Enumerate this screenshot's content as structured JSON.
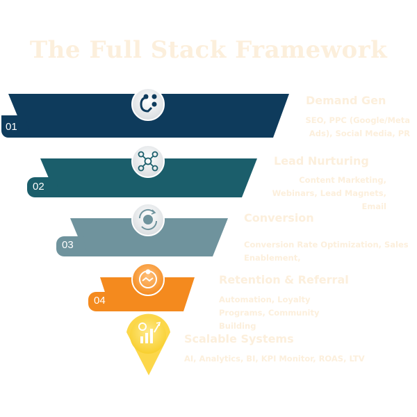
{
  "title": "The Full Stack Framework",
  "colors": {
    "stage1": "#0e3b5c",
    "stage2": "#1b5e6b",
    "stage3": "#6f939d",
    "stage4": "#f48a1e",
    "stage5": "#fcd74a",
    "text_faint": "#fcefdc"
  },
  "stages": [
    {
      "number": "01",
      "title": "Demand Gen",
      "description": "SEO, PPC (Google/Meta Ads), Social Media, PR",
      "icon": "magnet-icon"
    },
    {
      "number": "02",
      "title": "Lead Nurturing",
      "description": "Content Marketing, Webinars, Lead Magnets, Email",
      "icon": "network-users-icon"
    },
    {
      "number": "03",
      "title": "Conversion",
      "description": "Conversion Rate Optimization, Sales Enablement,",
      "icon": "percent-cycle-icon"
    },
    {
      "number": "04",
      "title": "Retention & Referral",
      "description": "Automation, Loyalty Programs, Community Building",
      "icon": "handshake-icon"
    },
    {
      "title": "Scalable Systems",
      "description": "AI, Analytics, BI, KPI Monitor, ROAS, LTV",
      "icon": "growth-chart-icon"
    }
  ]
}
